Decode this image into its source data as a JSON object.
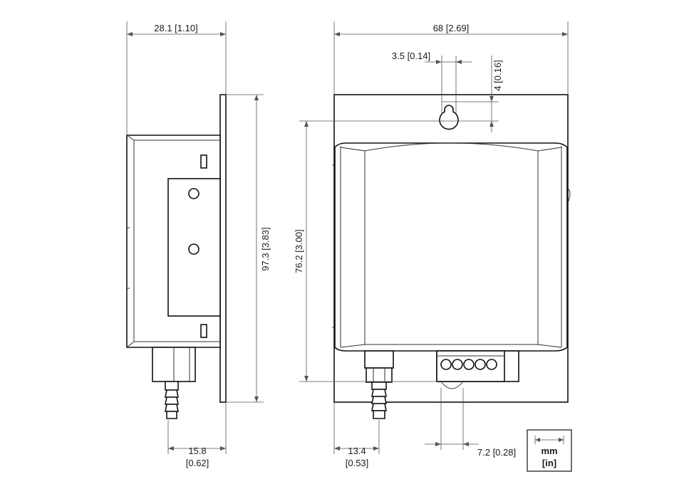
{
  "dimensions": {
    "side_depth": "28.1 [1.10]",
    "front_width": "68 [2.69]",
    "hole_offset_x": "3.5 [0.14]",
    "hole_offset_y": "4 [0.16]",
    "total_height": "97.3 [3.83]",
    "body_height": "76.2 [3.00]",
    "side_port_offset_mm": "15.8",
    "side_port_offset_in": "[0.62]",
    "front_port_offset_mm": "13.4",
    "front_port_offset_in": "[0.53]",
    "terminal_offset": "7.2 [0.28]"
  },
  "legend": {
    "unit_primary": "mm",
    "unit_secondary": "[in]"
  }
}
